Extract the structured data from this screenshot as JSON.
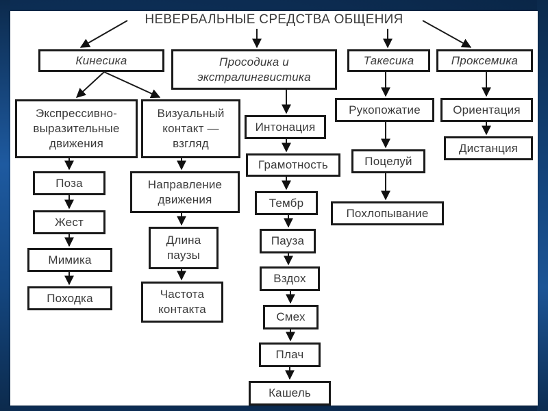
{
  "title": "НЕВЕРБАЛЬНЫЕ СРЕДСТВА ОБЩЕНИЯ",
  "categories": {
    "kinesics": {
      "label": "Кинесика",
      "groups": {
        "expressive": {
          "label": "Экспрессивно-\nвыразительные\nдвижения",
          "items": [
            "Поза",
            "Жест",
            "Мимика",
            "Походка"
          ]
        },
        "visual": {
          "label": "Визуальный\nконтакт —\nвзгляд",
          "items": [
            "Направление\nдвижения",
            "Длина\nпаузы",
            "Частота\nконтакта"
          ]
        }
      }
    },
    "prosody": {
      "label": "Просодика и\nэкстралингвистика",
      "items": [
        "Интонация",
        "Грамотность",
        "Тембр",
        "Пауза",
        "Вздох",
        "Смех",
        "Плач",
        "Кашель"
      ]
    },
    "takesics": {
      "label": "Такесика",
      "items": [
        "Рукопожатие",
        "Поцелуй",
        "Похлопывание"
      ]
    },
    "proxemics": {
      "label": "Проксемика",
      "items": [
        "Ориентация",
        "Дистанция"
      ]
    }
  },
  "colors": {
    "background": "#0e2f55",
    "panel": "#ffffff",
    "border": "#1a1a1a",
    "text": "#3a3a3a"
  }
}
